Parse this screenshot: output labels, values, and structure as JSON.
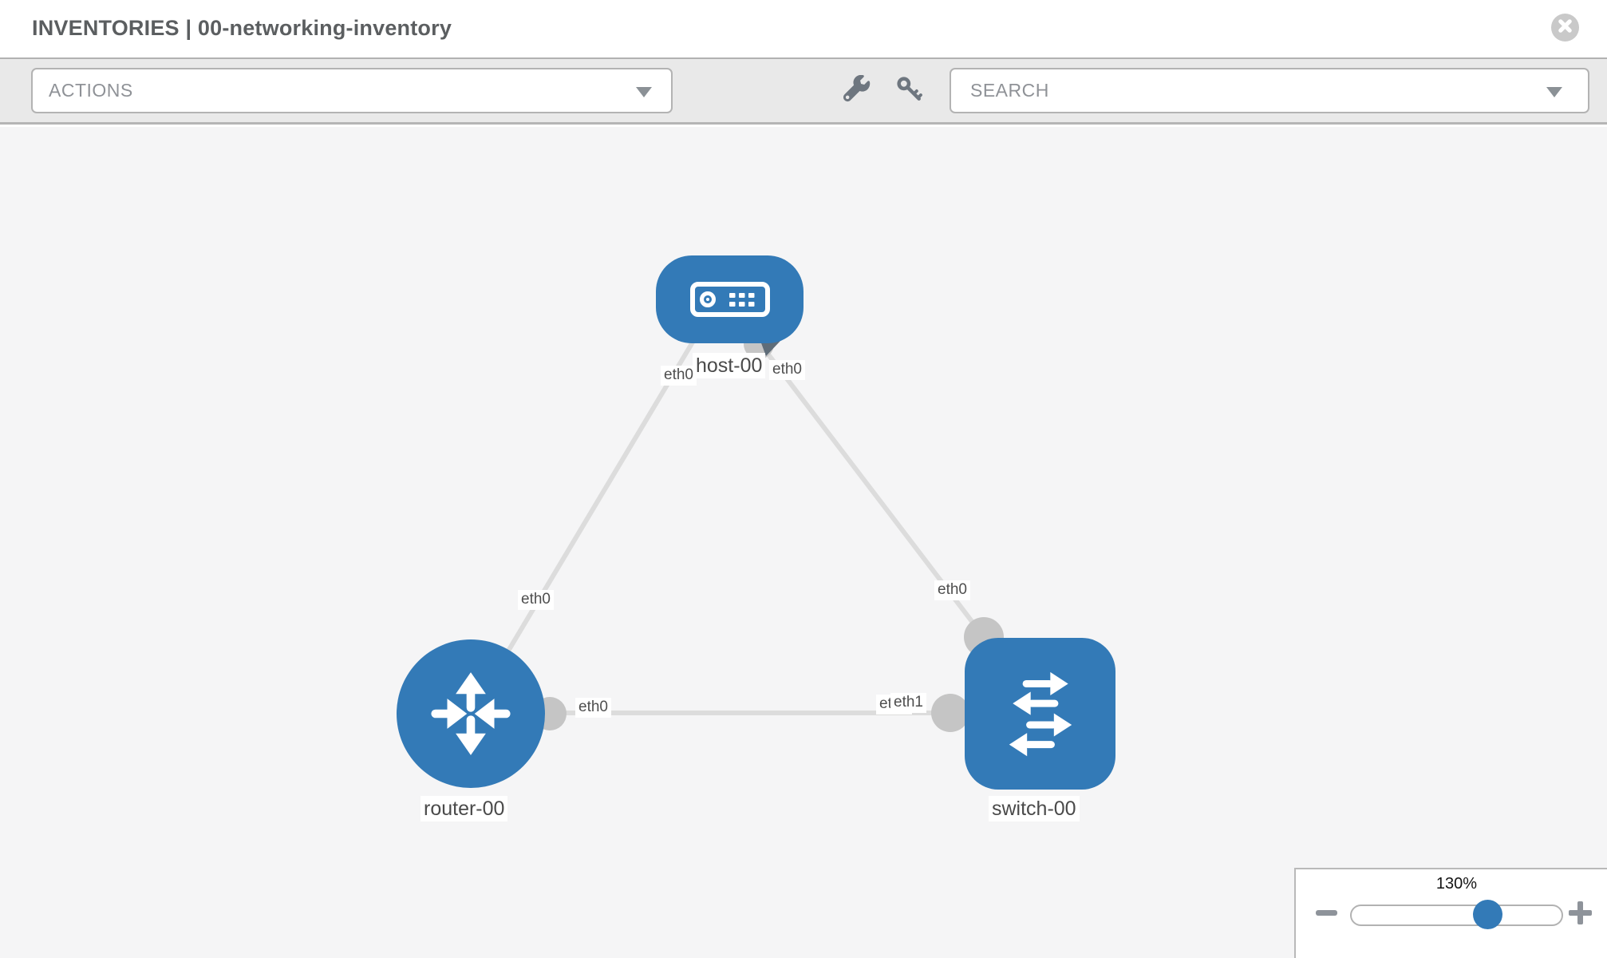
{
  "header": {
    "title": "INVENTORIES | 00-networking-inventory"
  },
  "toolbar": {
    "actions_label": "ACTIONS",
    "search_label": "SEARCH"
  },
  "topology": {
    "nodes": [
      {
        "id": "host-00",
        "type": "host",
        "label": "host-00"
      },
      {
        "id": "router-00",
        "type": "router",
        "label": "router-00"
      },
      {
        "id": "switch-00",
        "type": "switch",
        "label": "switch-00"
      }
    ],
    "links": [
      {
        "from": "host-00",
        "to": "router-00",
        "from_interface": "eth0",
        "to_interface": "eth0"
      },
      {
        "from": "host-00",
        "to": "switch-00",
        "from_interface": "eth0",
        "to_interface": "eth0"
      },
      {
        "from": "router-00",
        "to": "switch-00",
        "from_interface": "eth0",
        "to_interface": "eth1"
      }
    ],
    "interface_labels": {
      "host_left": "eth0",
      "host_right": "eth0",
      "router_top": "eth0",
      "switch_top": "eth0",
      "router_right": "eth0",
      "switch_left_under": "eth0",
      "switch_left_over": "eth1"
    }
  },
  "zoom_control": {
    "level": "130%"
  },
  "icons": {
    "close-icon": "✕",
    "wrench-icon": "wrench",
    "key-icon": "key",
    "chevron-down-icon": "▼",
    "zoom-out-icon": "−",
    "zoom-in-icon": "+",
    "host-icon": "server",
    "router-icon": "arrows-in",
    "switch-icon": "exchange-arrows"
  },
  "colors": {
    "node_blue": "#337ab7",
    "link_gray": "#dcdcdc",
    "connector_gray": "#c5c5c5",
    "canvas_bg": "#f5f5f6",
    "toolbar_bg": "#e9e9e9",
    "icon_gray": "#6e767f"
  }
}
